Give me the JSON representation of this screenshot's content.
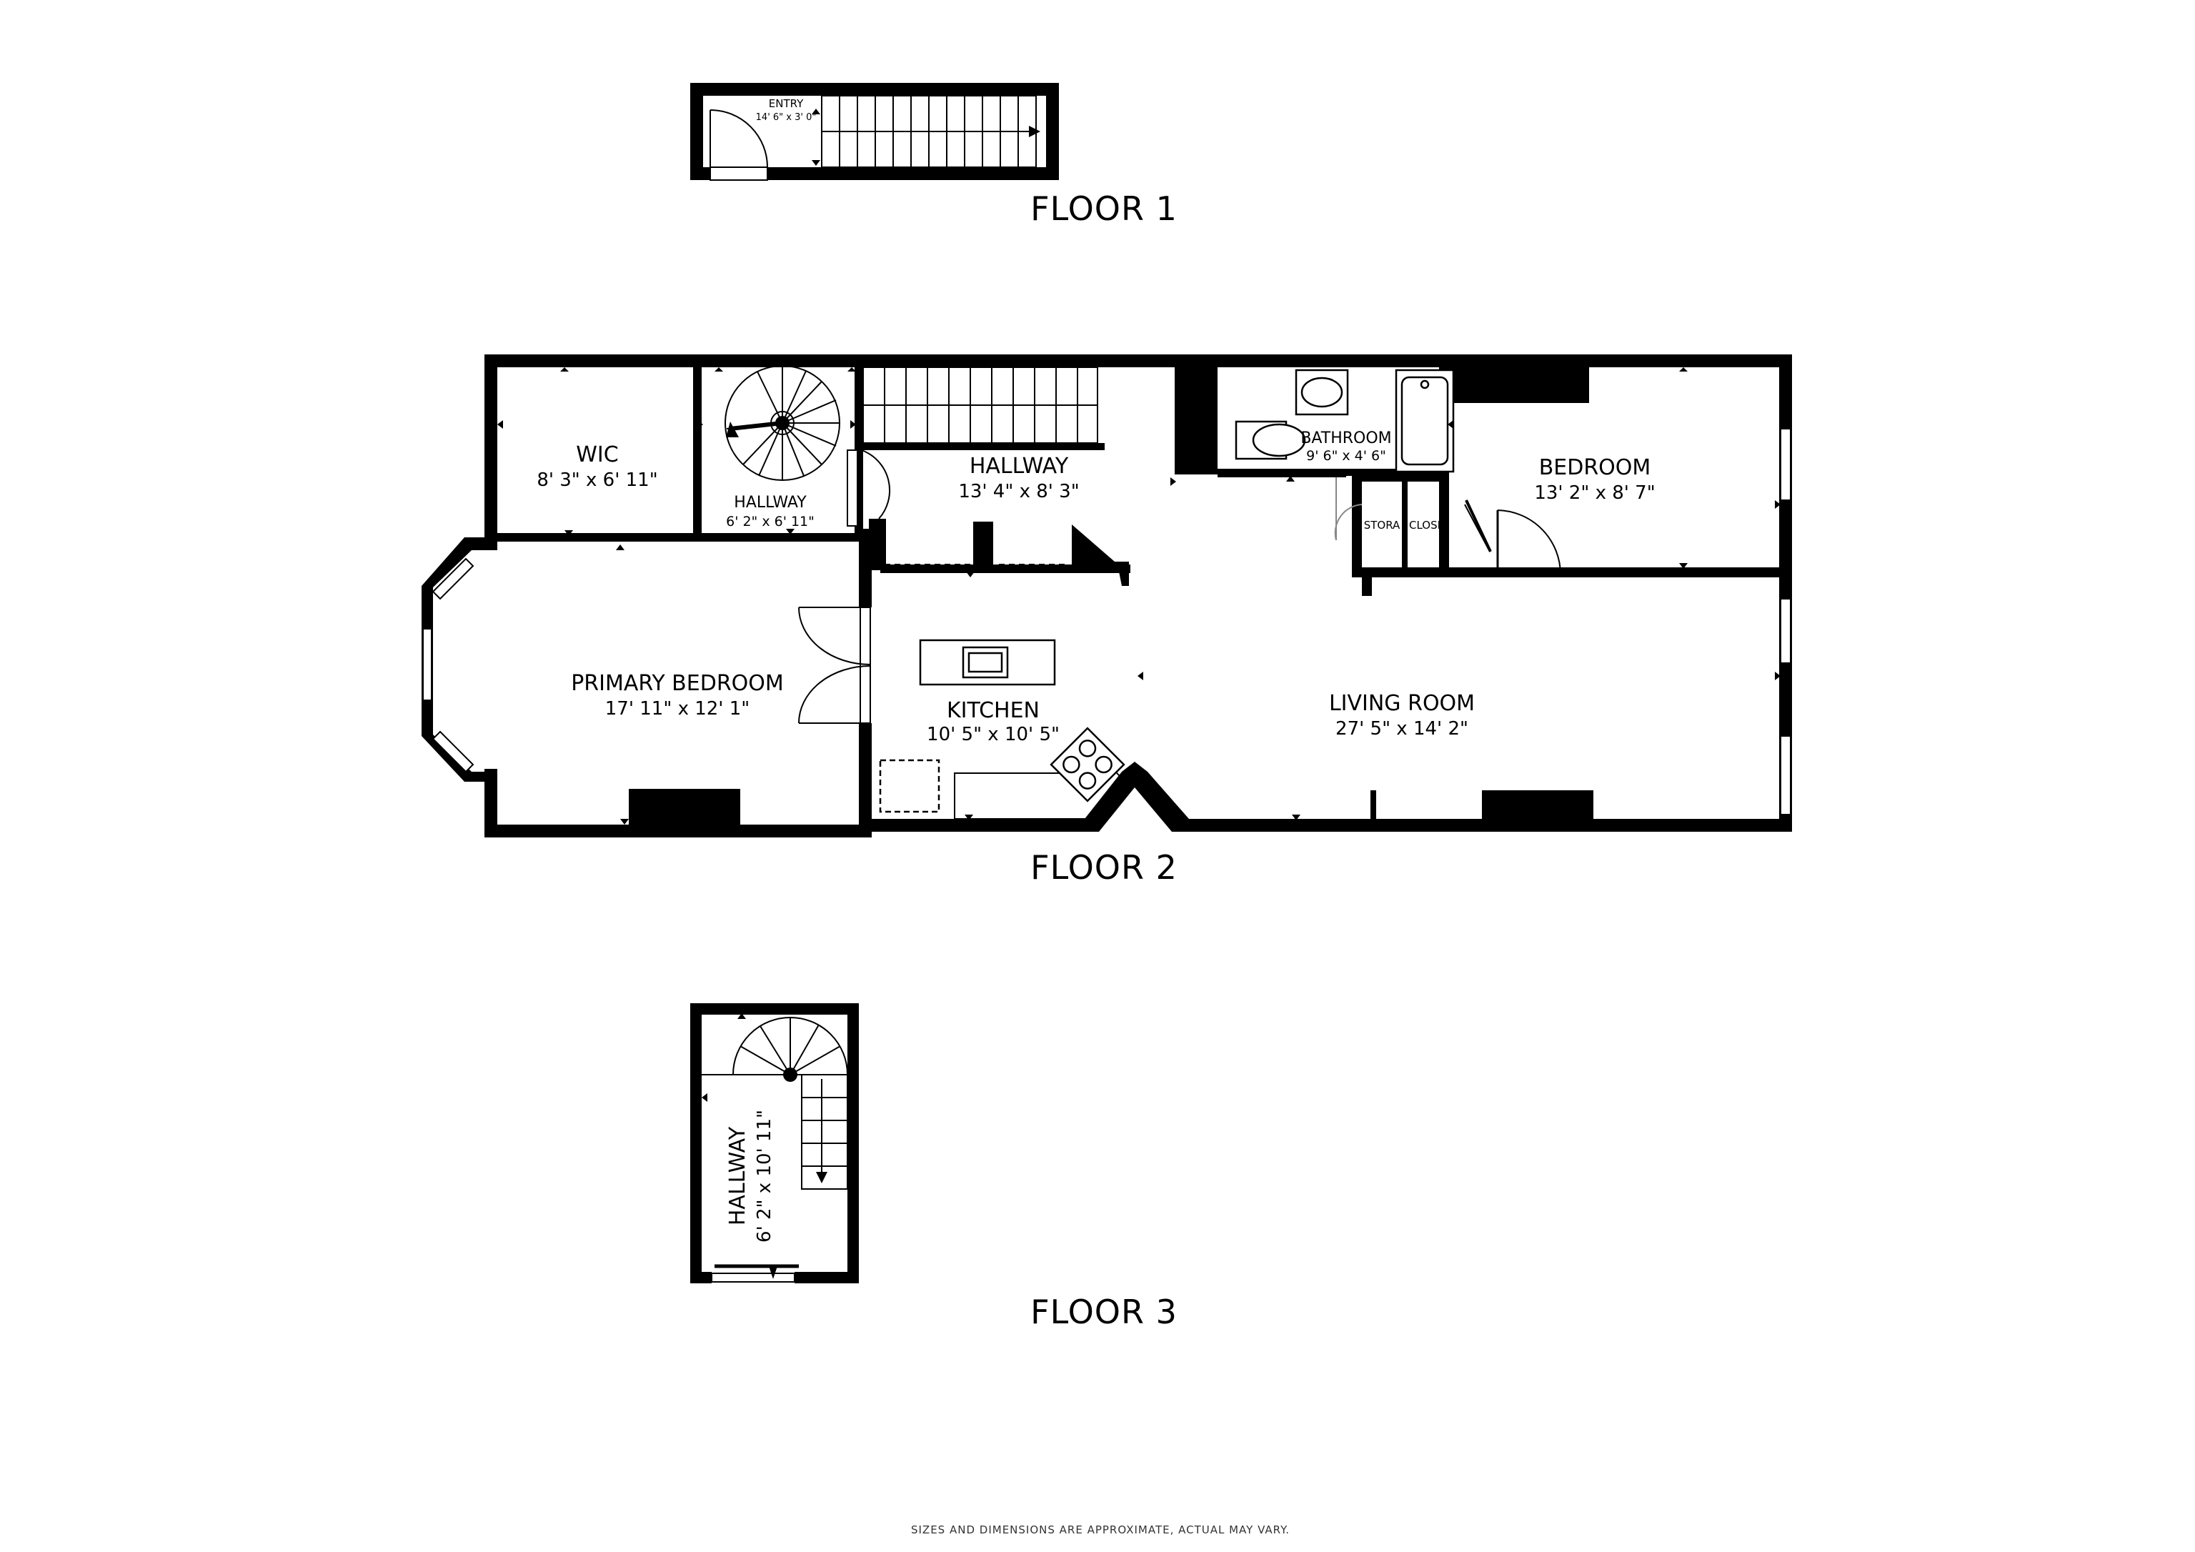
{
  "floors": [
    {
      "label": "FLOOR 1",
      "rooms": [
        {
          "name": "ENTRY",
          "dimensions": "14' 6\" x 3' 0\""
        }
      ]
    },
    {
      "label": "FLOOR 2",
      "rooms": [
        {
          "name": "WIC",
          "dimensions": "8' 3\" x 6' 11\""
        },
        {
          "name": "HALLWAY",
          "dimensions": "6' 2\" x 6' 11\""
        },
        {
          "name": "HALLWAY",
          "dimensions": "13' 4\" x 8' 3\""
        },
        {
          "name": "BATHROOM",
          "dimensions": "9' 6\" x 4' 6\""
        },
        {
          "name": "BEDROOM",
          "dimensions": "13' 2\" x 8' 7\""
        },
        {
          "name": "STORA"
        },
        {
          "name": "CLOSI"
        },
        {
          "name": "PRIMARY BEDROOM",
          "dimensions": "17' 11\" x 12' 1\""
        },
        {
          "name": "KITCHEN",
          "dimensions": "10' 5\" x 10' 5\""
        },
        {
          "name": "LIVING ROOM",
          "dimensions": "27' 5\" x 14' 2\""
        }
      ]
    },
    {
      "label": "FLOOR 3",
      "rooms": [
        {
          "name": "HALLWAY",
          "dimensions": "6' 2\" x 10' 11\""
        }
      ]
    }
  ],
  "disclaimer": "SIZES AND DIMENSIONS ARE APPROXIMATE, ACTUAL MAY VARY."
}
